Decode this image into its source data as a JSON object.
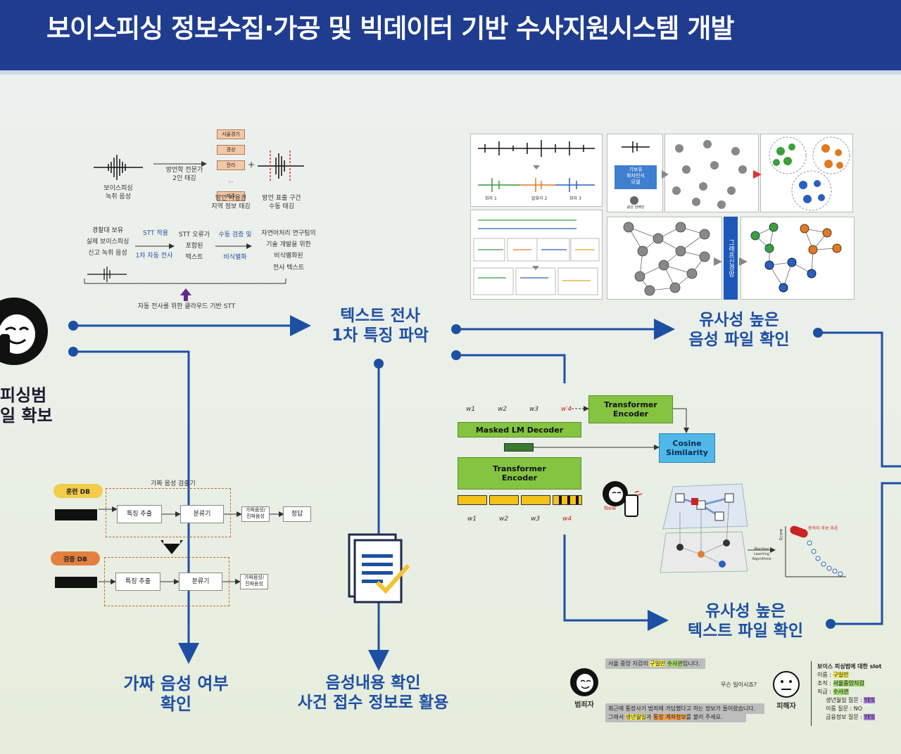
{
  "header": {
    "title": "보이스피싱 정보수집·가공 및 빅데이터 기반 수사지원시스템 개발"
  },
  "left": {
    "criminal_label_1": "피싱범",
    "criminal_label_2": "일 확보"
  },
  "dialect": {
    "audio_label": "보이스피싱\n녹취 음성",
    "expert_label": "방언학 전문가\n2인 태깅",
    "tags": [
      "서울경기",
      "경상",
      "전라",
      "…",
      "제주"
    ],
    "region_label": "방언 사용권\n지역 정보 태깅",
    "segment_label": "방언 표출 구간\n수동 태깅"
  },
  "stt": {
    "source": "경찰대 보유\n실제 보이스피싱\n신고 녹취 음성",
    "stt_apply": "STT 적용",
    "first_auto": "1차 자동 전사",
    "error_text": "STT 오류가\n포함된\n텍스트",
    "manual": "수동 검증 및",
    "anon": "비식별화",
    "nlp": "자연어처리 연구팀의\n기술 개발을 위한\n비식별화된\n전사 텍스트",
    "cloud": "자동 전사를 위한 클라우드 기반 STT"
  },
  "titles": {
    "text_transcribe": "텍스트 전사\n1차 특징 파악",
    "similar_voice": "유사성 높은\n음성 파일 확인",
    "similar_text": "유사성 높은\n텍스트 파일 확인",
    "fake_voice": "가짜 음성 여부\n확인",
    "voice_content": "음성내용 확인\n사건 접수 정보로 활용"
  },
  "fake_detector": {
    "title": "가짜 음성 검출기",
    "train_db": "훈련 DB",
    "test_db": "검증 DB",
    "feature": "특징 추출",
    "classifier": "분류기",
    "output": "가짜음성/\n진짜음성",
    "answer": "정답"
  },
  "voice_panel": {
    "speaker_model": "기보유\n화자인식\n모델",
    "graph_label": "그래프신경망",
    "spk1": "화자 1",
    "spk2": "발화자 2",
    "spk3": "화자 3",
    "under_label": "음성 임베딩"
  },
  "text_model": {
    "masked": "Masked LM Decoder",
    "encoder1": "Transformer\nEncoder",
    "encoder2": "Transformer\nEncoder",
    "cosine": "Cosine\nSimilarity",
    "top_tokens": [
      "w1",
      "w2",
      "w3",
      "w′4"
    ],
    "bottom_tokens": [
      "w1",
      "w2",
      "w3",
      "w4"
    ],
    "new_label": "New",
    "ml_label": "Machine Learning\nAlgorithms",
    "score_label": "Score",
    "candidate_label": "용의자 후보 추론"
  },
  "slot": {
    "criminal": "범죄자",
    "victim": "피해자",
    "line1_pre": "서울 중앙 지검의 ",
    "line1_name": "구일만",
    "line1_mid": " ",
    "line1_job": "수사관",
    "line1_post": "입니다.",
    "victim_q": "무슨 일이시죠?",
    "line2": "최근에 통장사기 범죄에 가담했다고 하는 정보가 들어왔습니다.",
    "line3_pre": "그래서 ",
    "line3_a": "생년월일",
    "line3_mid": "과 ",
    "line3_b": "통장 계좌정보",
    "line3_post": "를 불러 주세요.",
    "slot_title": "보이스 피싱범에 대한 slot",
    "name_k": "이름 : ",
    "name_v": "구일만",
    "org_k": "조직 : ",
    "org_v": "서울중앙지검",
    "rank_k": "직급 : ",
    "rank_v": "수사관",
    "birth_k": "생년월일 질문 : ",
    "birth_v": "YES",
    "name_q_k": "이름 질문 : ",
    "name_q_v": "NO",
    "fin_k": "금융정보 질문 : ",
    "fin_v": "YES"
  },
  "colors": {
    "navy": "#1f3c8f",
    "blue": "#1d4fa3",
    "green": "#84c441",
    "cyan": "#4fb8e8"
  }
}
